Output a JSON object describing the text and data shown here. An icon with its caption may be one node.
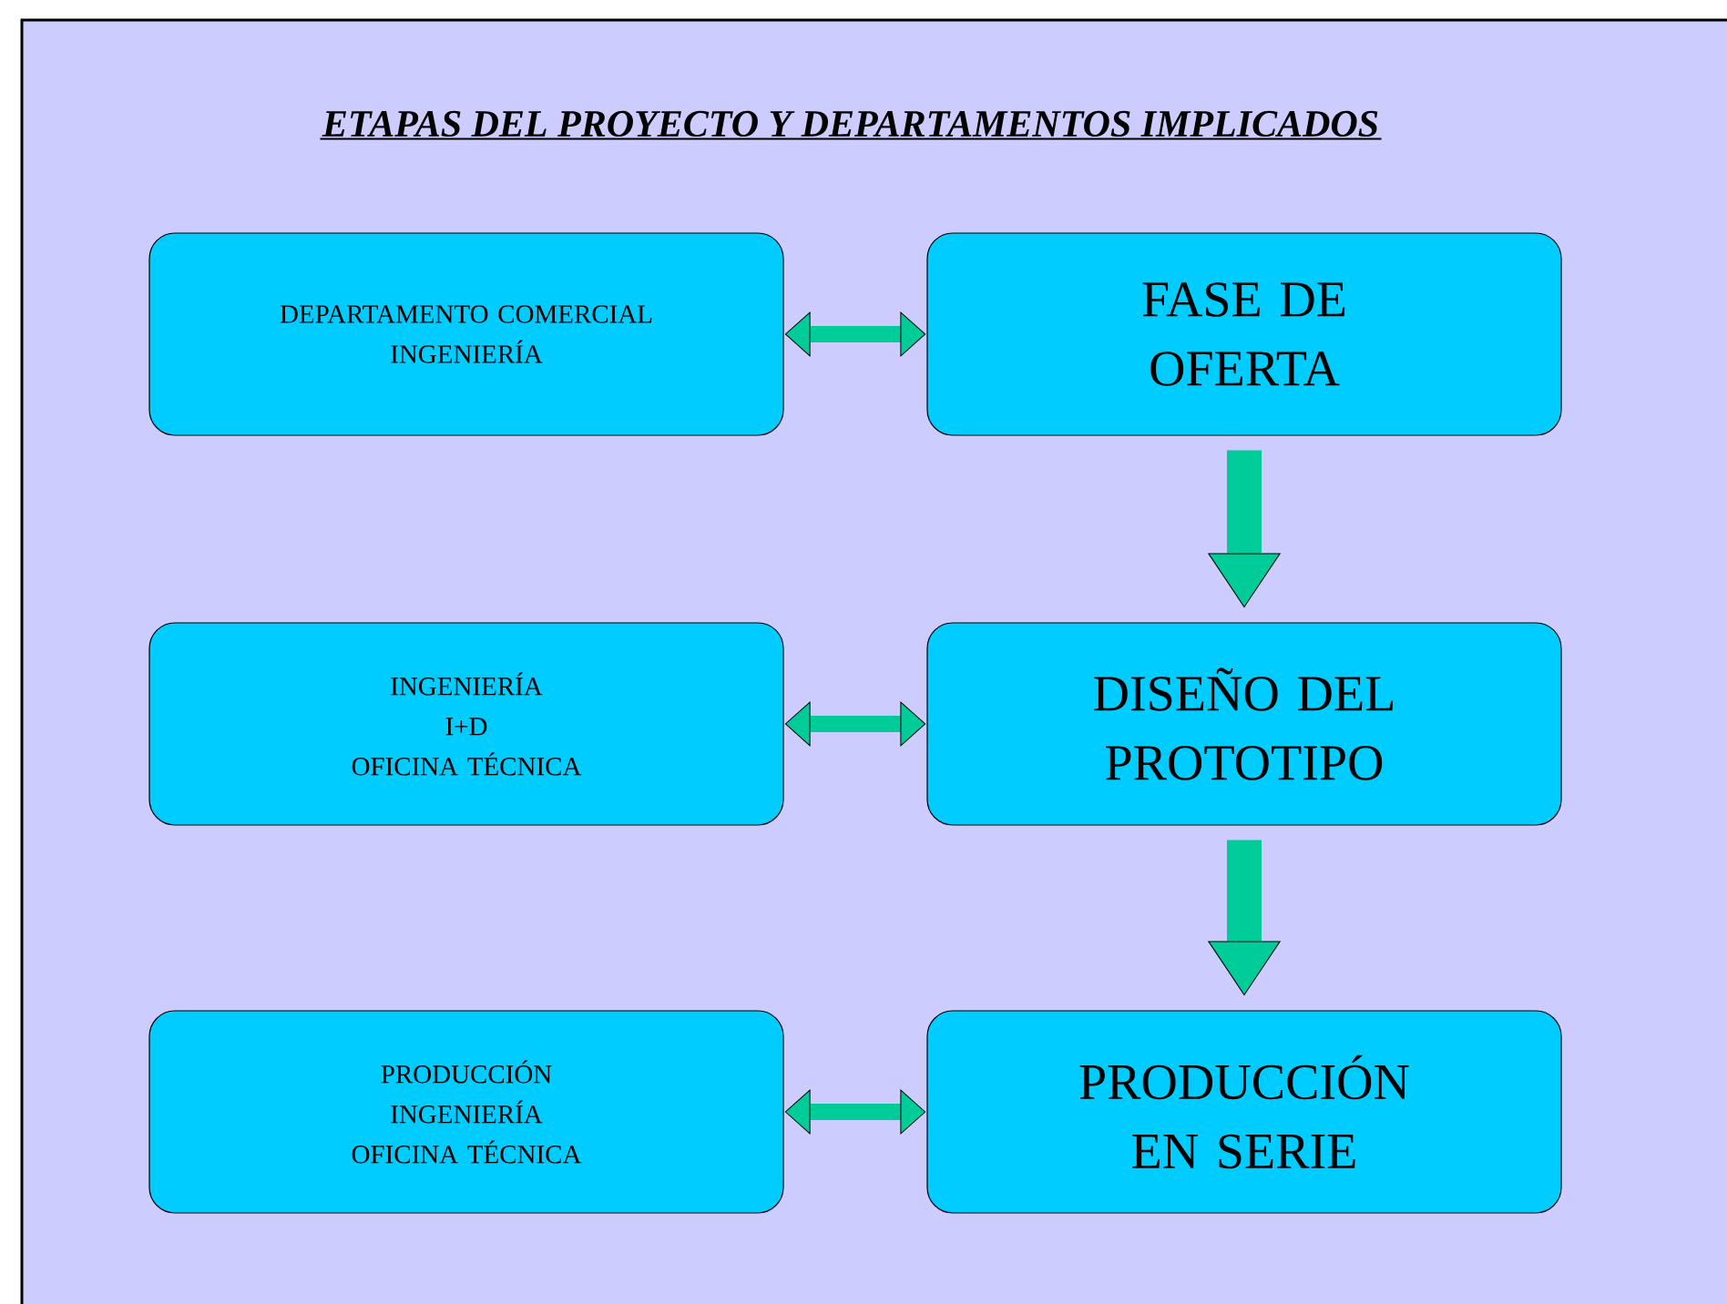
{
  "diagram": {
    "title": "ETAPAS DEL PROYECTO Y DEPARTAMENTOS IMPLICADOS",
    "nodes": [
      {
        "text": [
          "DEPARTAMENTO COMERCIAL",
          "INGENIERÍA"
        ]
      },
      {
        "text": [
          "FASE DE OFERTA"
        ]
      },
      {
        "text": [
          "INGENIERÍA",
          "I+D",
          "OFICINA TÉCNICA"
        ]
      },
      {
        "text": [
          "DISEÑO DEL PROTOTIPO"
        ]
      },
      {
        "text": [
          "PRODUCCIÓN",
          "INGENIERÍA",
          "OFICINA TÉCNICA"
        ]
      },
      {
        "text": [
          "PRODUCCIÓN EN SERIE"
        ]
      }
    ],
    "edges": [
      {
        "from": 0,
        "to": 1,
        "arrow": "both"
      },
      {
        "from": 1,
        "to": 3,
        "arrow": "to",
        "style": "thick"
      },
      {
        "from": 2,
        "to": 3,
        "arrow": "both"
      },
      {
        "from": 3,
        "to": 5,
        "arrow": "to",
        "style": "thick"
      },
      {
        "from": 4,
        "to": 5,
        "arrow": "both"
      }
    ]
  }
}
